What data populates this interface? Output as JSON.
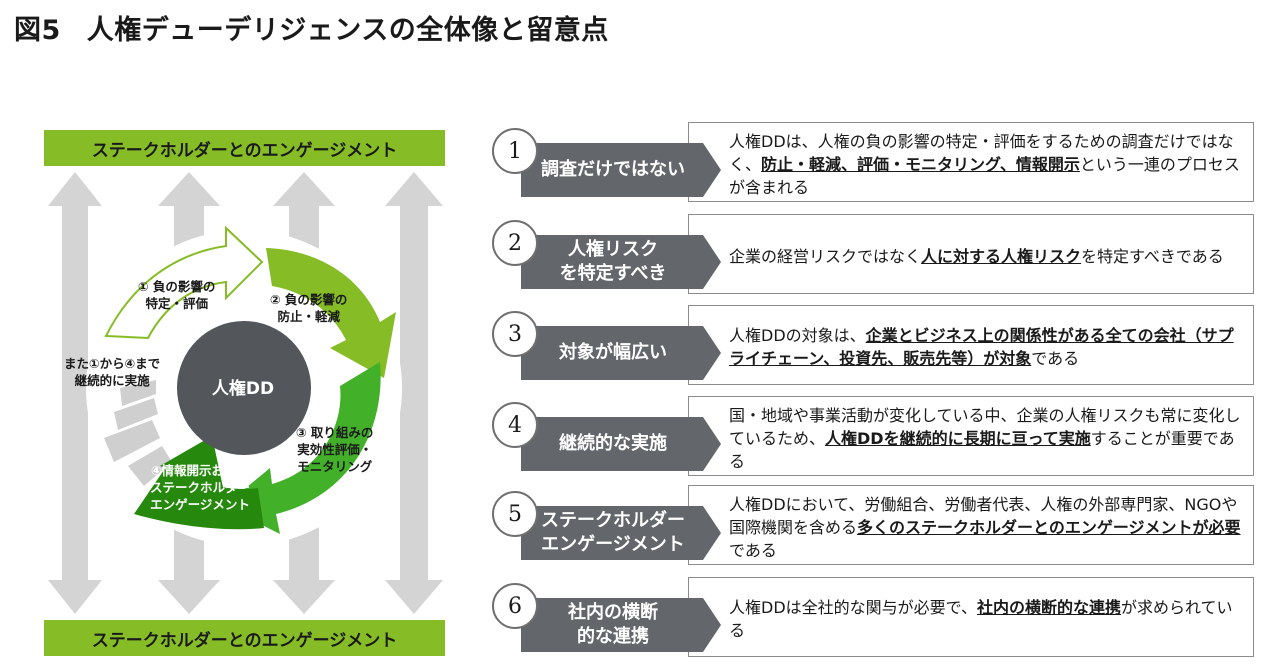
{
  "title": {
    "figure": "図5",
    "text": "人権デューデリジェンスの全体像と留意点"
  },
  "diagram": {
    "banner_top": "ステークホルダーとのエンゲージメント",
    "banner_bottom": "ステークホルダーとのエンゲージメント",
    "center": "人権DD",
    "step1": [
      "① 負の影響の",
      "特定・評価"
    ],
    "step2": [
      "② 負の影響の",
      "防止・軽減"
    ],
    "step3": [
      "③ 取り組みの",
      "実効性評価・",
      "モニタリング"
    ],
    "step4": [
      "④情報開示および",
      "ステークホルダー",
      "エンゲージメント"
    ],
    "continuous": [
      "また①から④まで",
      "継続的に実施"
    ]
  },
  "items": [
    {
      "num": "1",
      "tag": [
        "調査だけではない"
      ],
      "desc": [
        {
          "t": "人権DDは、人権の負の影響の特定・評価をするための調査だけではなく、"
        },
        {
          "t": "防止・軽減、評価・モニタリング、情報開示",
          "b": true
        },
        {
          "t": "という一連のプロセスが含まれる"
        }
      ]
    },
    {
      "num": "2",
      "tag": [
        "人権リスク",
        "を特定すべき"
      ],
      "desc": [
        {
          "t": "企業の経営リスクではなく"
        },
        {
          "t": "人に対する人権リスク",
          "b": true
        },
        {
          "t": "を特定すべきである"
        }
      ]
    },
    {
      "num": "3",
      "tag": [
        "対象が幅広い"
      ],
      "desc": [
        {
          "t": "人権DDの対象は、"
        },
        {
          "t": "企業とビジネス上の関係性がある全ての会社（サプライチェーン、投資先、販売先等）が対象",
          "b": true
        },
        {
          "t": "である"
        }
      ]
    },
    {
      "num": "4",
      "tag": [
        "継続的な実施"
      ],
      "desc": [
        {
          "t": "国・地域や事業活動が変化している中、企業の人権リスクも常に変化しているため、"
        },
        {
          "t": "人権DDを継続的に長期に亘って実施",
          "b": true
        },
        {
          "t": "することが重要である"
        }
      ]
    },
    {
      "num": "5",
      "tag": [
        "ステークホルダー",
        "エンゲージメント"
      ],
      "desc": [
        {
          "t": "人権DDにおいて、労働組合、労働者代表、人権の外部専門家、NGOや国際機関を含める"
        },
        {
          "t": "多くのステークホルダーとのエンゲージメントが必要",
          "b": true
        },
        {
          "t": "である"
        }
      ]
    },
    {
      "num": "6",
      "tag": [
        "社内の横断",
        "的な連携"
      ],
      "desc": [
        {
          "t": "人権DDは全社的な関与が必要で、"
        },
        {
          "t": "社内の横断的な連携",
          "b": true
        },
        {
          "t": "が求められている"
        }
      ]
    }
  ]
}
